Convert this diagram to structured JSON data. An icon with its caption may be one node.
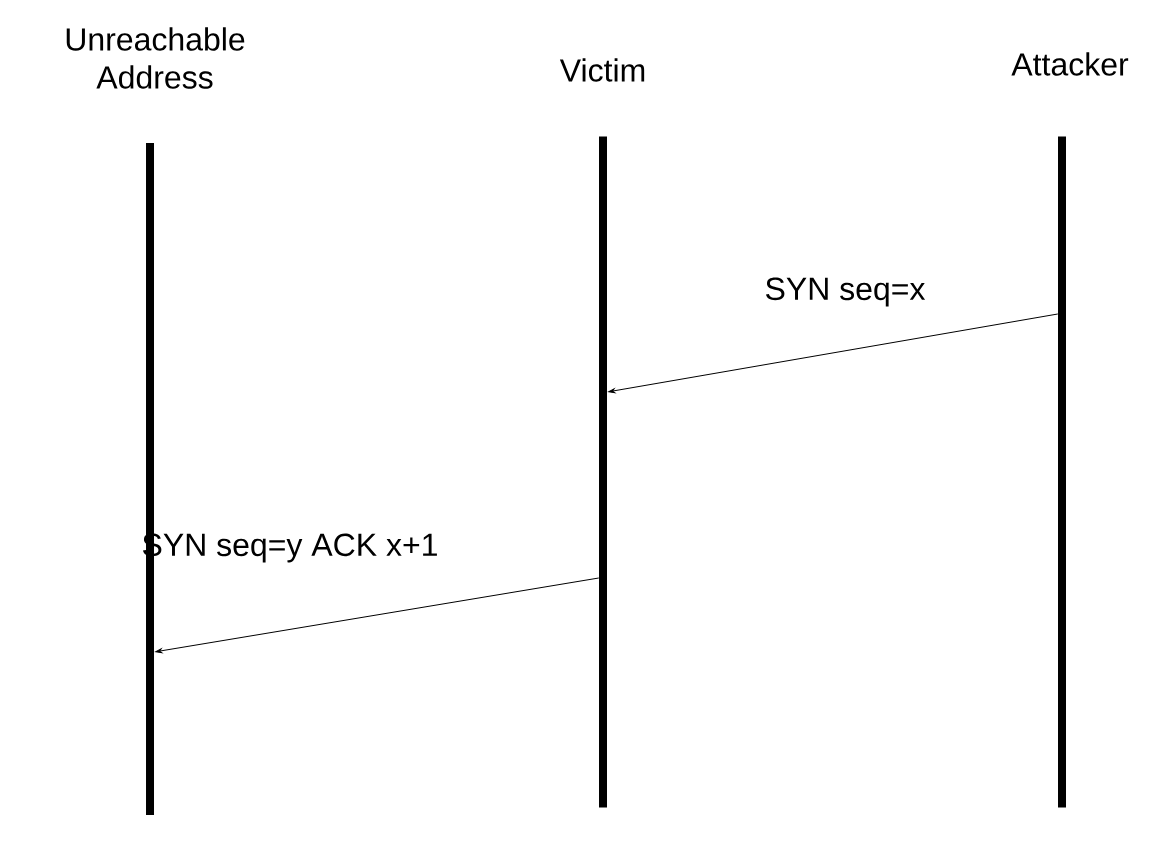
{
  "diagram": {
    "nodes": [
      {
        "text": [
          "Unreachable Address"
        ]
      },
      {
        "text": [
          "Victim"
        ]
      },
      {
        "text": [
          "Attacker"
        ]
      }
    ],
    "edges": [
      {
        "from": 2,
        "to": 1,
        "arrow": "to",
        "label": "SYN seq=x"
      },
      {
        "from": 1,
        "to": 0,
        "arrow": "to",
        "label": "SYN seq=y ACK x+1"
      }
    ]
  }
}
